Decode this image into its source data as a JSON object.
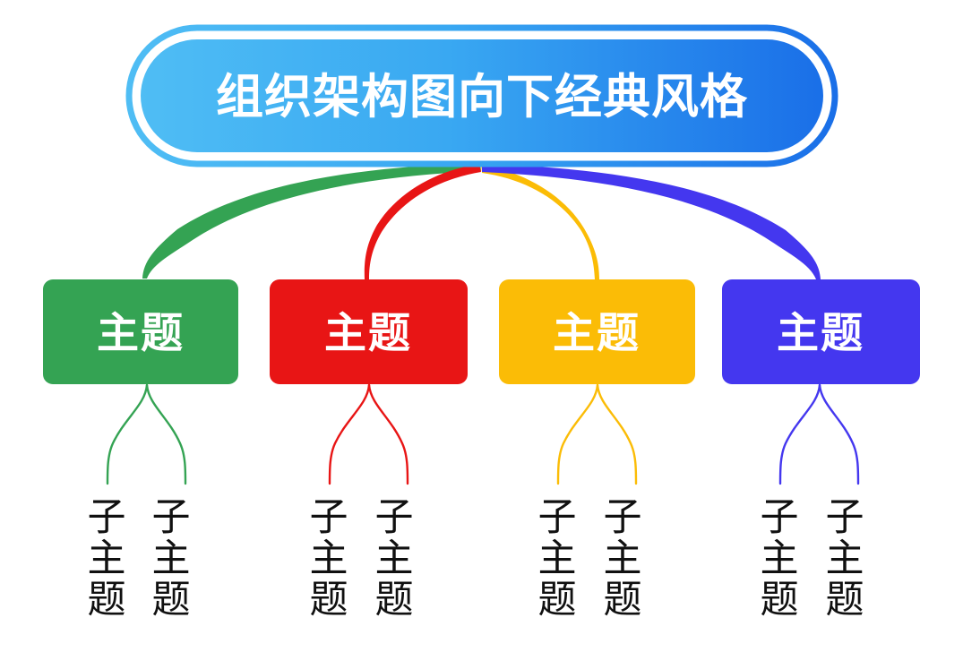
{
  "diagram": {
    "type": "organization-chart",
    "style_name": "向下经典风格",
    "background_color": "#ffffff",
    "root": {
      "label": "组织架构图向下经典风格",
      "shape": "rounded-pill",
      "text_color": "#ffffff",
      "gradient_from": "#4FBDF4",
      "gradient_to": "#1A6FE8",
      "outer_ring_color": "#3AA5F0",
      "outer_ring_gap_color": "#ffffff"
    },
    "branches": [
      {
        "label": "主题",
        "color": "#34A353",
        "text_color": "#ffffff",
        "children": [
          {
            "label": "子主题",
            "chars": [
              "子",
              "主",
              "题"
            ]
          },
          {
            "label": "子主题",
            "chars": [
              "子",
              "主",
              "题"
            ]
          }
        ]
      },
      {
        "label": "主题",
        "color": "#E81515",
        "text_color": "#ffffff",
        "children": [
          {
            "label": "子主题",
            "chars": [
              "子",
              "主",
              "题"
            ]
          },
          {
            "label": "子主题",
            "chars": [
              "子",
              "主",
              "题"
            ]
          }
        ]
      },
      {
        "label": "主题",
        "color": "#FBBC06",
        "text_color": "#ffffff",
        "children": [
          {
            "label": "子主题",
            "chars": [
              "子",
              "主",
              "题"
            ]
          },
          {
            "label": "子主题",
            "chars": [
              "子",
              "主",
              "题"
            ]
          }
        ]
      },
      {
        "label": "主题",
        "color": "#4437EF",
        "text_color": "#ffffff",
        "children": [
          {
            "label": "子主题",
            "chars": [
              "子",
              "主",
              "题"
            ]
          },
          {
            "label": "子主题",
            "chars": [
              "子",
              "主",
              "题"
            ]
          }
        ]
      }
    ]
  }
}
